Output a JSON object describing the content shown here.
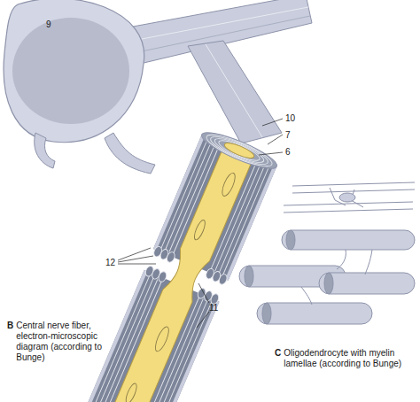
{
  "diagram": {
    "labels": [
      "9",
      "10",
      "7",
      "6",
      "12",
      "11",
      "B",
      "Central nerve fiber, electron-microscopic diagram (according to Bunge)",
      "C",
      "Oligodendrocyte with myelin lamellae (according to Bunge)"
    ]
  }
}
